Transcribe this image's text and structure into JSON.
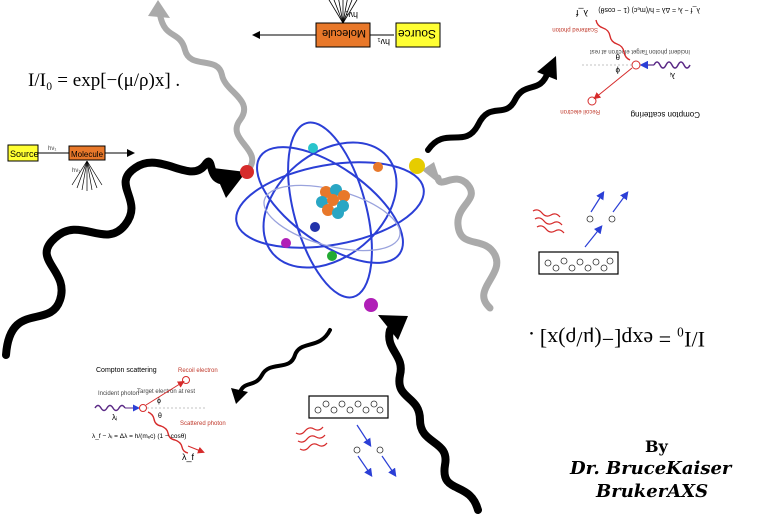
{
  "equation_main": "I/I₀ = exp[−(μ/ρ)x] .",
  "equation_mirrored": "I/I₀ = exp[−(μ/ρ)x] .",
  "spectro_left": {
    "source": "Source",
    "molecule": "Molecule",
    "hv_in": "hν₁",
    "hv_out": "hν₁"
  },
  "spectro_top": {
    "source": "Source",
    "molecule": "Molecule",
    "hv_in": "hν₁",
    "hv_out": "hν₁"
  },
  "compton_left": {
    "title": "Compton scattering",
    "incident": "Incident photon",
    "lambda_i": "λᵢ",
    "target": "Target electron at rest",
    "recoil": "Recoil electron",
    "scattered": "Scattered photon",
    "lambda_f": "λ_f",
    "theta": "θ",
    "phi": "ϕ",
    "formula": "λ_f − λᵢ = Δλ = h/(mₑc) (1 − cosθ)"
  },
  "compton_right": {
    "title": "Compton scattering",
    "incident": "Incident photon",
    "lambda_i": "λᵢ",
    "target": "Target electron at rest",
    "recoil": "Recoil electron",
    "scattered": "Scattered photon",
    "lambda_f": "λ_f",
    "theta": "θ",
    "phi": "ϕ",
    "formula": "λ_f − λᵢ = Δλ = h/(mₑc) (1 − cosθ)"
  },
  "credit": {
    "by": "By",
    "name": "Dr. BruceKaiser",
    "company": "BrukerAXS"
  },
  "colors": {
    "molecule": "#e8782a",
    "source": "#ffff33",
    "orbit": "#2b3fd6",
    "photon": "#5b2a86",
    "electron_red": "#d62b2b"
  }
}
